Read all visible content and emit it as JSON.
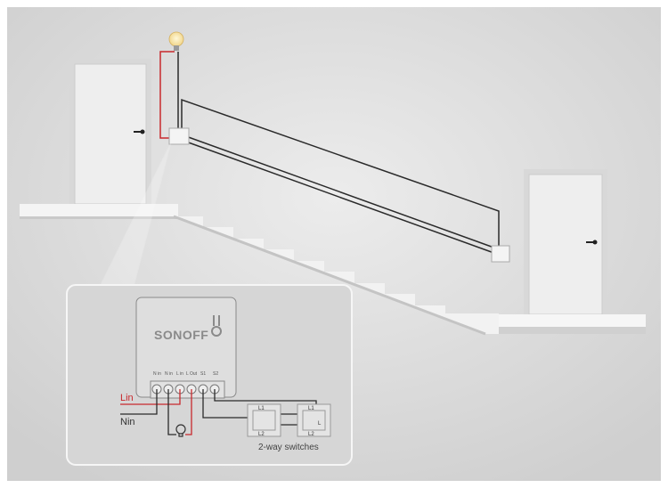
{
  "logo_text": "SONOFF",
  "terminals": [
    "N in",
    "N in",
    "L in",
    "L Out",
    "S1",
    "S2"
  ],
  "line_in_label": "Lin",
  "neutral_in_label": "Nin",
  "switch_labels": {
    "l1": "L1",
    "l2": "L2",
    "l": "L"
  },
  "switches_caption": "2-way switches",
  "colors": {
    "live_wire": "#c8282c",
    "wire": "#2a2a2a",
    "wall": "#e4e4e4"
  }
}
